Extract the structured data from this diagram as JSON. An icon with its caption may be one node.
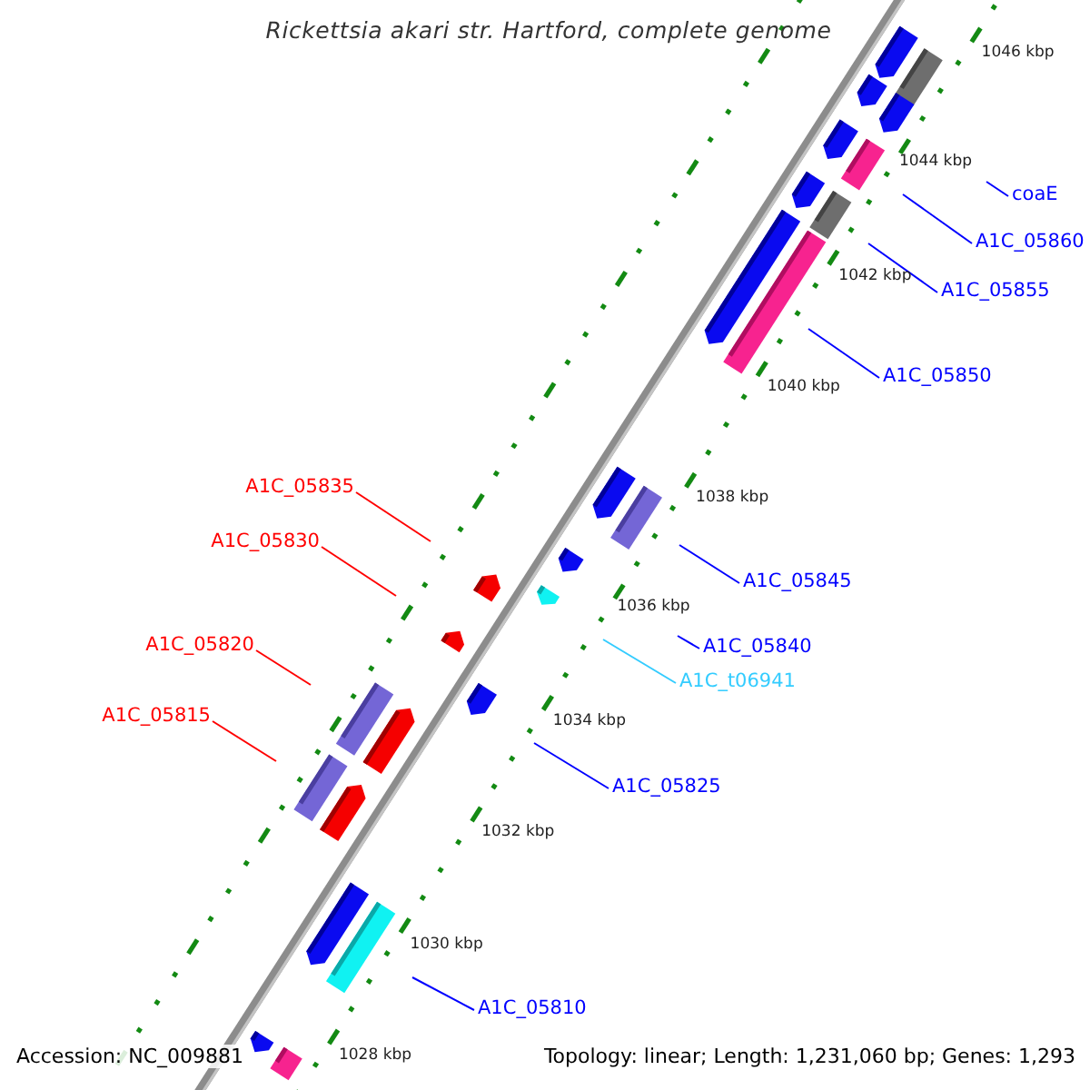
{
  "diagram": {
    "title": "Rickettsia akari str. Hartford, complete genome",
    "nodes": [
      {
        "text": [
          "coaE"
        ]
      },
      {
        "text": [
          "A1C_05860"
        ]
      },
      {
        "text": [
          "A1C_05855"
        ]
      },
      {
        "text": [
          "A1C_05850"
        ]
      },
      {
        "text": [
          "A1C_05835"
        ]
      },
      {
        "text": [
          "A1C_05830"
        ]
      },
      {
        "text": [
          "A1C_05845"
        ]
      },
      {
        "text": [
          "A1C_05820"
        ]
      },
      {
        "text": [
          "A1C_05840"
        ]
      },
      {
        "text": [
          "A1C_t06941"
        ]
      },
      {
        "text": [
          "A1C_05815"
        ]
      },
      {
        "text": [
          "A1C_05825"
        ]
      },
      {
        "text": [
          "A1C_05810"
        ]
      }
    ],
    "edges": [
      {
        "from": 0,
        "to": null,
        "arrow": "none"
      },
      {
        "from": 1,
        "to": null,
        "arrow": "none"
      },
      {
        "from": 2,
        "to": null,
        "arrow": "none"
      },
      {
        "from": 3,
        "to": null,
        "arrow": "none"
      },
      {
        "from": 4,
        "to": null,
        "arrow": "none",
        "color": "#ff0000"
      },
      {
        "from": 5,
        "to": null,
        "arrow": "none",
        "color": "#ff0000"
      },
      {
        "from": 6,
        "to": null,
        "arrow": "none"
      },
      {
        "from": 7,
        "to": null,
        "arrow": "none",
        "color": "#ff0000"
      },
      {
        "from": 8,
        "to": null,
        "arrow": "none"
      },
      {
        "from": 9,
        "to": null,
        "arrow": "none",
        "color": "#33ccff"
      },
      {
        "from": 10,
        "to": null,
        "arrow": "none",
        "color": "#ff0000"
      },
      {
        "from": 11,
        "to": null,
        "arrow": "none"
      },
      {
        "from": 12,
        "to": null,
        "arrow": "none"
      }
    ],
    "labels": [
      "1046 kbp",
      "1044 kbp",
      "1042 kbp",
      "1040 kbp",
      "1038 kbp",
      "1036 kbp",
      "1034 kbp",
      "1032 kbp",
      "1030 kbp",
      "1028 kbp",
      "Accession: NC_009881",
      "Topology: linear; Length: 1,231,060 bp; Genes: 1,293"
    ]
  }
}
